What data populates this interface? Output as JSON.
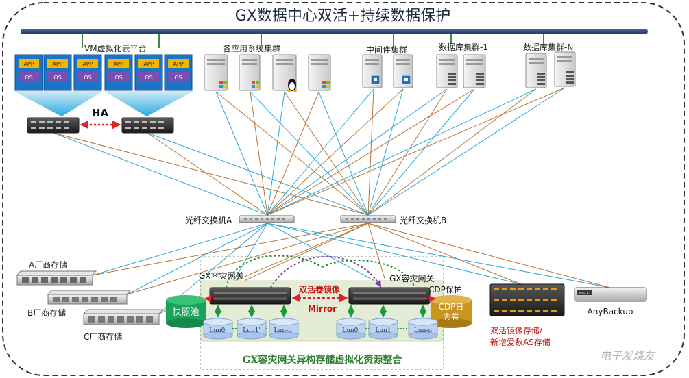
{
  "title": "GX数据中心双活+持续数据保护",
  "top_groups": {
    "vm_platform": "VM虚拟化云平台",
    "app_cluster": "各应用系统集群",
    "middleware_cluster": "中间件集群",
    "db_cluster_1": "数据库集群-1",
    "db_cluster_n": "数据库集群-N"
  },
  "vm_tiles": {
    "app_label": "APP",
    "os_label": "OS"
  },
  "ha_label": "HA",
  "switches": {
    "a": "光纤交换机A",
    "b": "光纤交换机B"
  },
  "storage": {
    "vendor_a": "A厂商存储",
    "vendor_b": "B厂商存储",
    "vendor_c": "C厂商存储"
  },
  "gateway": {
    "left_label": "GX容灾网关",
    "right_label": "GX容灾网关",
    "cdp_protect": "CDP保护",
    "mirror_cn": "双活卷镜像",
    "mirror_en": "Mirror",
    "snapshot_pool": "快照池",
    "cdp_log_line1": "CDP日",
    "cdp_log_line2": "志卷",
    "luns_left": [
      "Lun0'",
      "Lun1'",
      "Lun-n'"
    ],
    "luns_right": [
      "Lun0'",
      "Lun1",
      "Lun-n"
    ],
    "integration_caption": "GX容灾网关异构存储虚拟化资源整合"
  },
  "right_devices": {
    "mirror_storage_line1": "双活镜像存储/",
    "mirror_storage_line2": "新增爱数AS存储",
    "anybackup": "AnyBackup",
    "anybackup_badge": "EISOO"
  },
  "watermark": "电子发烧友",
  "colors": {
    "bus": "#2d4a78",
    "cyan_link": "#2aa9d8",
    "brown_link": "#b87333",
    "green_pool": "#1aa35a",
    "gold_pool": "#c8961e",
    "red": "#e0202a",
    "mirror_text": "#cc1111",
    "caption": "#2f7d2f",
    "lun_fill": "#bcd4f0"
  }
}
